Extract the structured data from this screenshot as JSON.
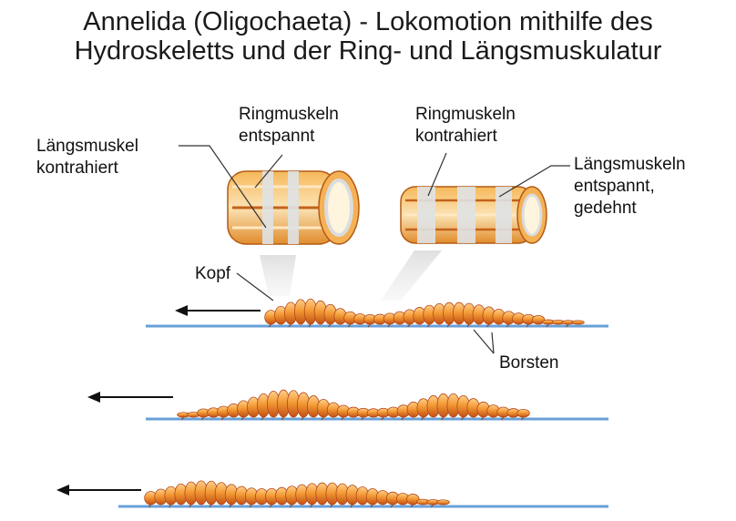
{
  "title": {
    "line1": "Annelida (Oligochaeta) - Lokomotion mithilfe des",
    "line2": "Hydroskeletts und der Ring- und Längsmuskulatur"
  },
  "labels": {
    "laengsmuskel_kontrahiert": [
      "Längsmuskel",
      "kontrahiert"
    ],
    "ringmuskeln_entspannt": [
      "Ringmuskeln",
      "entspannt"
    ],
    "ringmuskeln_kontrahiert": [
      "Ringmuskeln",
      "kontrahiert"
    ],
    "laengsmuskeln_entspannt": [
      "Längsmuskeln",
      "entspannt,",
      "gedehnt"
    ],
    "kopf": "Kopf",
    "borsten": "Borsten"
  },
  "colors": {
    "worm_body": "#f09a3a",
    "worm_dark": "#c9561a",
    "worm_light": "#ffd6a0",
    "ground": "#6aa0d8",
    "tube_orange": "#f2a23c",
    "tube_stripe": "#ffe7b8",
    "ring": "#d9dde0"
  },
  "icons": [
    "arrow-left-icon",
    "arrow-left-icon",
    "arrow-left-icon"
  ]
}
